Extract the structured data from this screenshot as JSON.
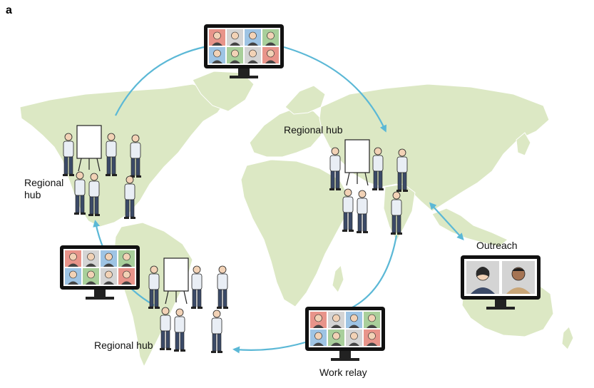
{
  "panel_label": "a",
  "labels": {
    "hub_west_line1": "Regional",
    "hub_west_line2": "hub",
    "hub_east": "Regional hub",
    "hub_south": "Regional hub",
    "outreach": "Outreach",
    "relay": "Work relay"
  },
  "colors": {
    "land": "#dce8c4",
    "land_stroke": "#ffffff",
    "arrow": "#5bb8d6",
    "monitor": "#111111",
    "tile_red": "#e8948a",
    "tile_blue": "#9ec4e4",
    "tile_green": "#a9cf9b",
    "tile_gray": "#d4d4d4"
  },
  "icons": {
    "monitor": "video-call-monitor-icon",
    "flipchart": "flipchart-icon",
    "person": "person-icon"
  }
}
